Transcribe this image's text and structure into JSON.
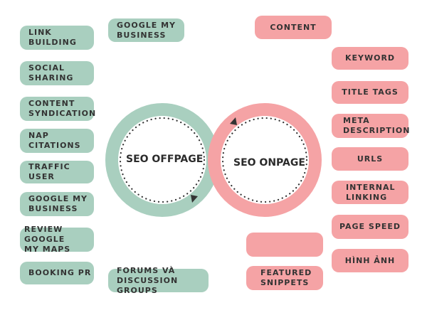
{
  "colors": {
    "offpage": "#a9cfbf",
    "onpage": "#f5a3a5",
    "ring_inner": "#ffffff",
    "dots": "#333333",
    "arrow": "#333333"
  },
  "center": {
    "offpage_label": "SEO OFFPAGE",
    "onpage_label": "SEO ONPAGE"
  },
  "offpage_items": [
    "LINK\nBUILDING",
    "SOCIAL\nSHARING",
    "CONTENT\nSYNDICATION",
    "NAP\nCITATIONS",
    "TRAFFIC USER",
    "GOOGLE MY\nBUSINESS",
    "REVIEW GOOGLE\nMY MAPS",
    "BOOKING PR"
  ],
  "offpage_extra": {
    "google_my_business_top": "GOOGLE MY\nBUSINESS",
    "forums": "FORUMS VÀ\nDISCUSSION GROUPS"
  },
  "onpage_items": [
    "CONTENT",
    "KEYWORD",
    "TITLE TAGS",
    "META\nDESCRIPTION",
    "URLS",
    "INTERNAL\nLINKING",
    "PAGE SPEED",
    "HÌNH ẢNH"
  ],
  "onpage_extra": {
    "blank_box": "",
    "featured_snippets": "FEATURED\nSNIPPETS"
  }
}
